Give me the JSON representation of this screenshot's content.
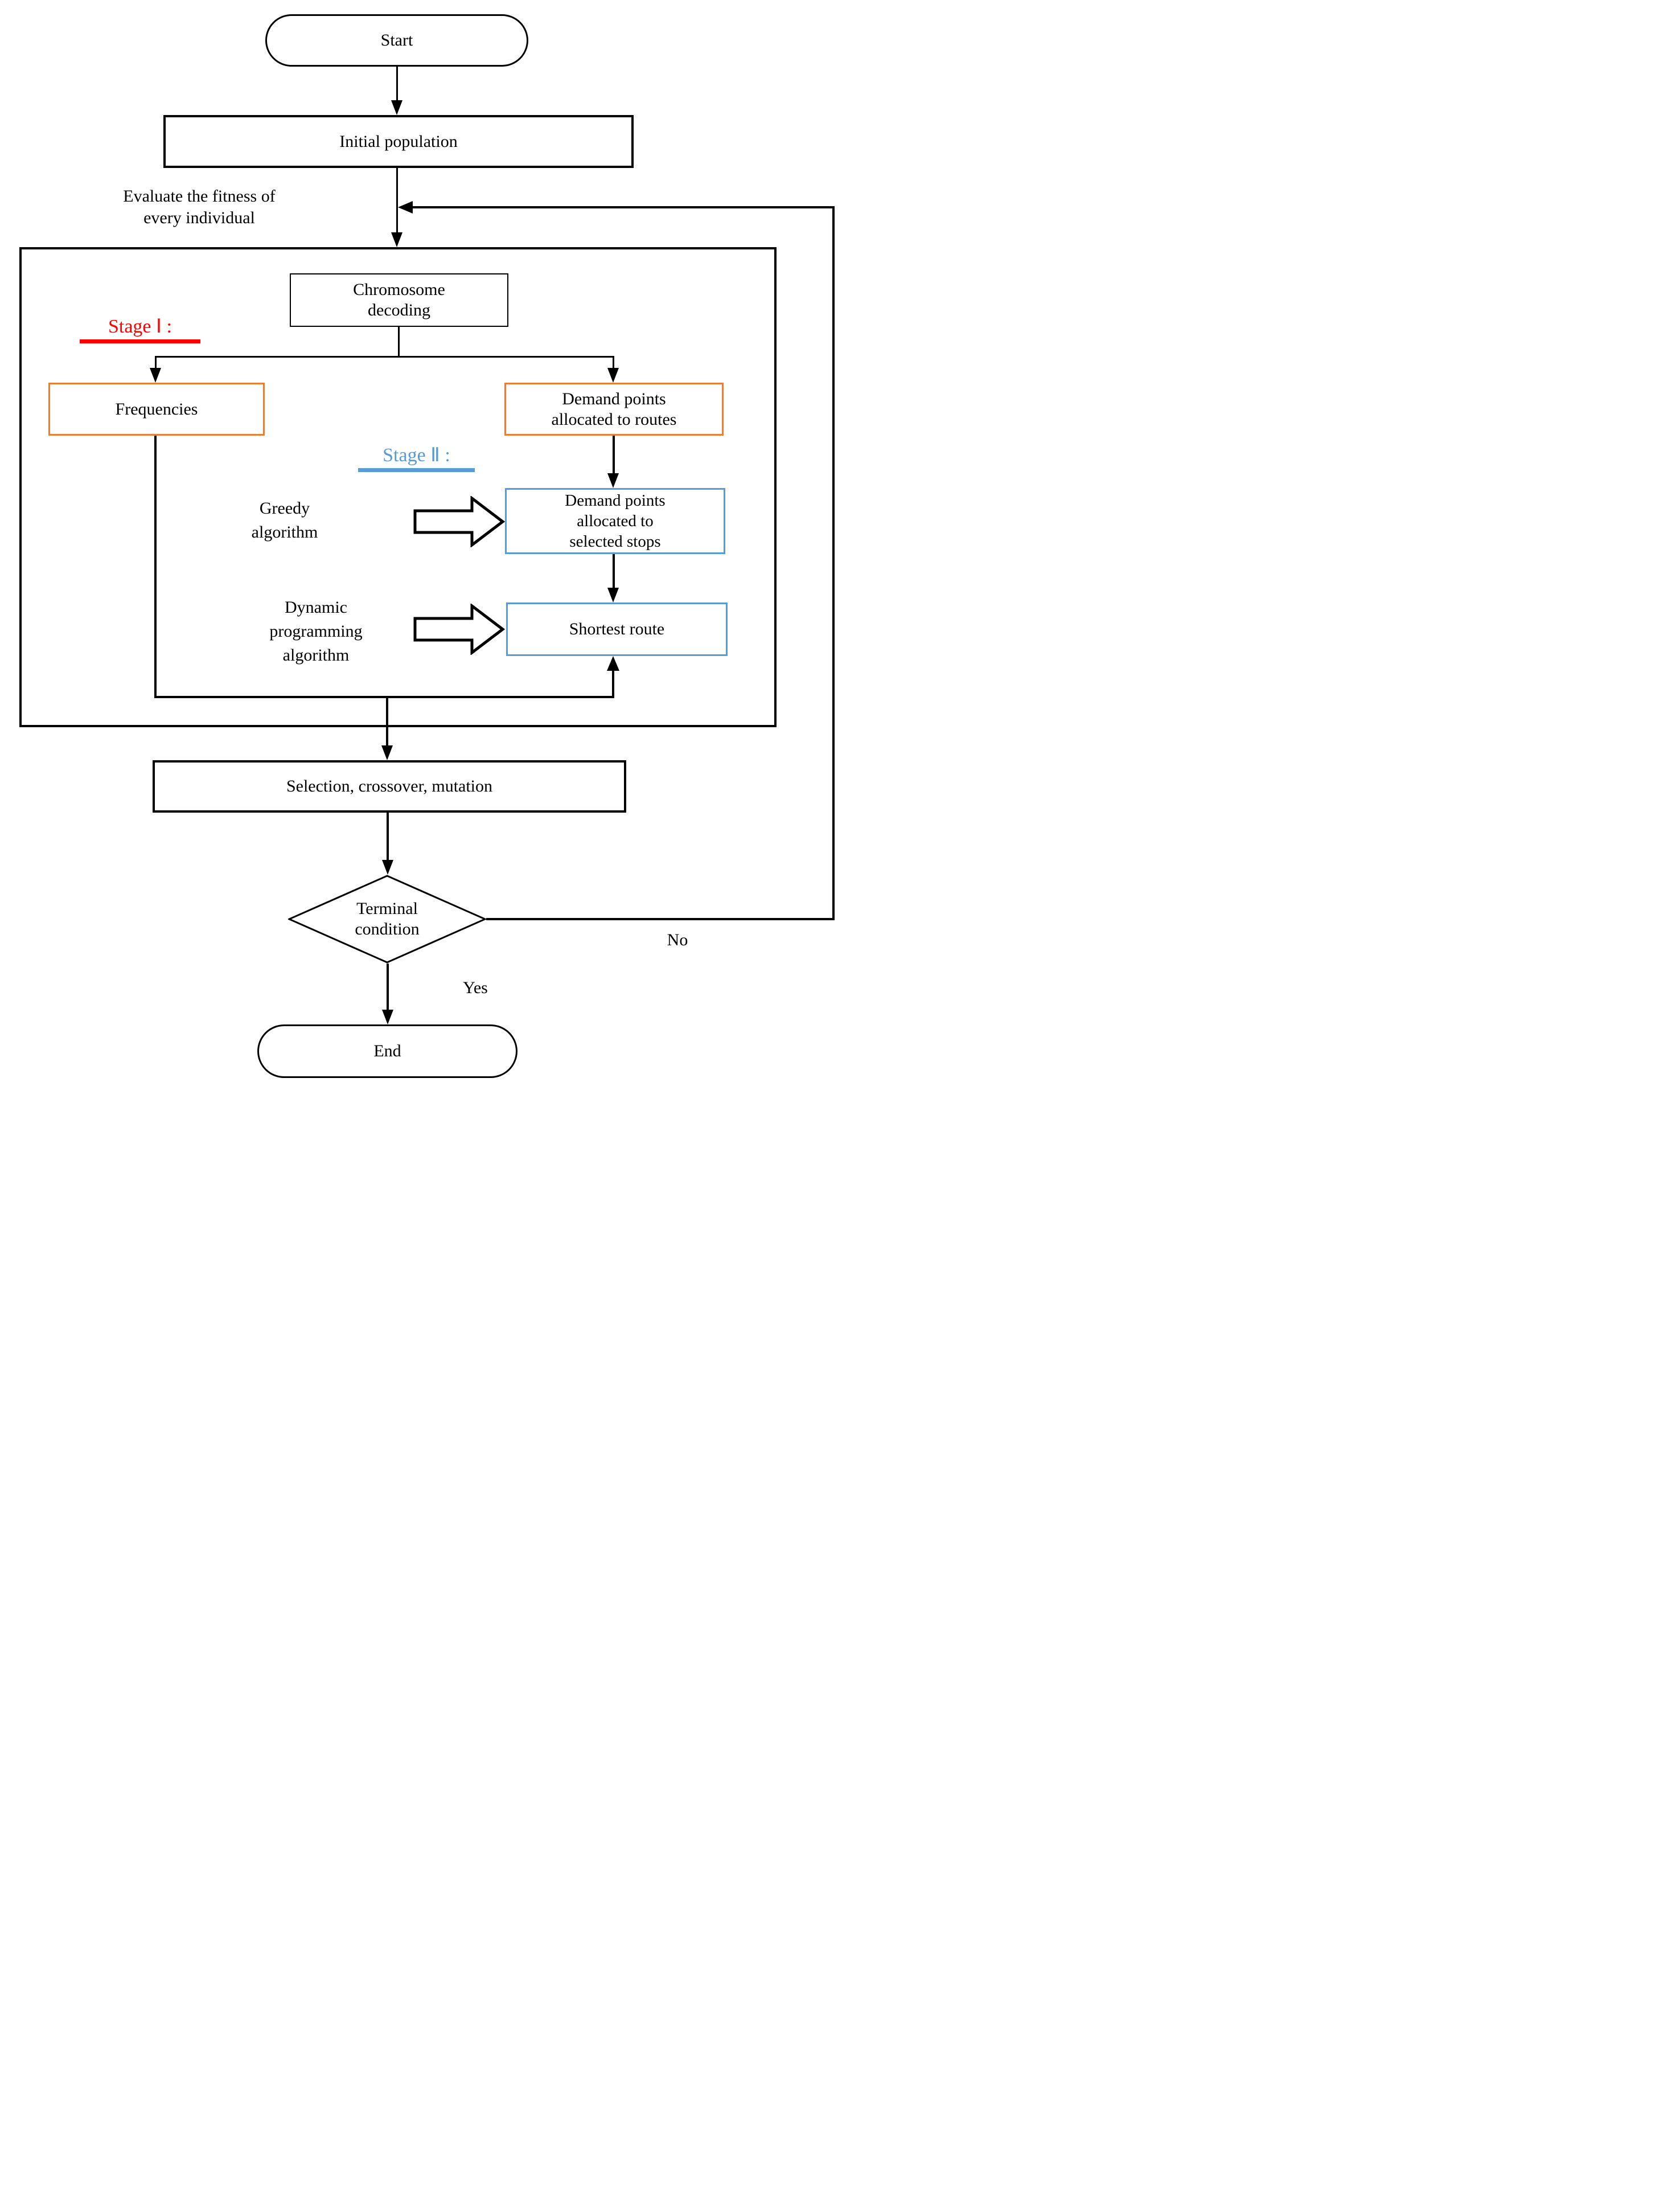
{
  "nodes": {
    "start": {
      "label": "Start"
    },
    "initial_population": {
      "label": "Initial population"
    },
    "chromosome_decoding": {
      "line1": "Chromosome",
      "line2": "decoding"
    },
    "frequencies": {
      "label": "Frequencies"
    },
    "demand_points_routes": {
      "line1": "Demand points",
      "line2": "allocated to routes"
    },
    "demand_points_stops": {
      "line1": "Demand points",
      "line2": "allocated to",
      "line3": "selected stops"
    },
    "shortest_route": {
      "label": "Shortest route"
    },
    "selection_crossover_mutation": {
      "label": "Selection, crossover, mutation"
    },
    "terminal_condition": {
      "line1": "Terminal",
      "line2": "condition"
    },
    "end": {
      "label": "End"
    }
  },
  "annotations": {
    "evaluate_fitness": {
      "line1": "Evaluate the fitness of",
      "line2": "every individual"
    },
    "stage1": {
      "label": "Stage Ⅰ :"
    },
    "stage2": {
      "label": "Stage Ⅱ :"
    },
    "greedy": {
      "line1": "Greedy",
      "line2": "algorithm"
    },
    "dynamic_programming": {
      "line1": "Dynamic",
      "line2": "programming",
      "line3": "algorithm"
    },
    "yes": "Yes",
    "no": "No"
  },
  "colors": {
    "stage1_red": "#FF0000",
    "stage2_blue": "#5B9BD5",
    "orange_border": "#ED7D31",
    "blue_border": "#5B9BD5",
    "line_black": "#000000"
  }
}
